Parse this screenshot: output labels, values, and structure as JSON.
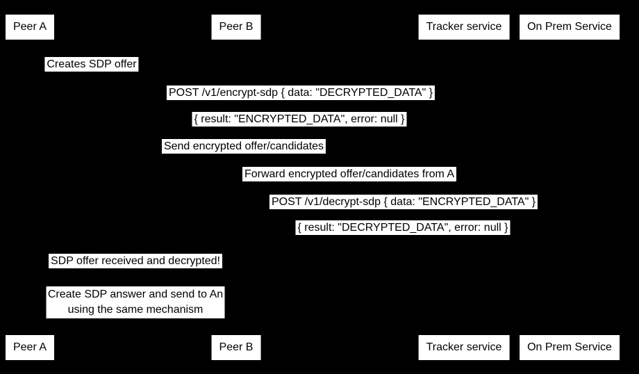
{
  "diagram": {
    "type": "sequence-diagram",
    "colors": {
      "background": "#000000",
      "box_background": "#ffffff",
      "text": "#000000"
    },
    "participants": [
      {
        "label": "Peer A"
      },
      {
        "label": "Peer B"
      },
      {
        "label": "Tracker service"
      },
      {
        "label": "On Prem Service"
      }
    ],
    "messages": [
      {
        "label": "Creates SDP offer"
      },
      {
        "label": "POST /v1/encrypt-sdp { data: \"DECRYPTED_DATA\" }"
      },
      {
        "label": "{ result: \"ENCRYPTED_DATA\", error: null }"
      },
      {
        "label": "Send encrypted offer/candidates"
      },
      {
        "label": "Forward encrypted offer/candidates from A"
      },
      {
        "label": "POST /v1/decrypt-sdp { data: \"ENCRYPTED_DATA\" }"
      },
      {
        "label": "{ result: \"DECRYPTED_DATA\", error: null }"
      },
      {
        "label": "SDP offer received and decrypted!"
      }
    ],
    "note": {
      "line1": "Create SDP answer and send to An",
      "line2": "using the same mechanism"
    }
  }
}
